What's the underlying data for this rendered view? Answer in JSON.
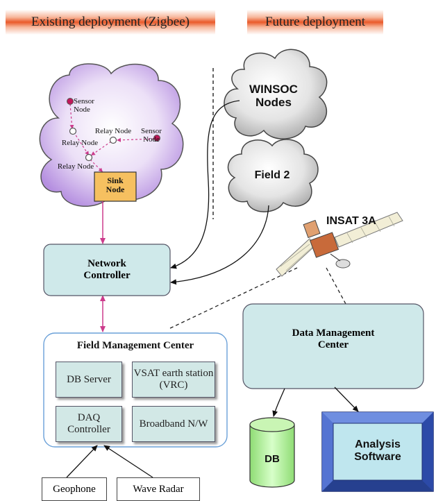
{
  "banners": {
    "existing": "Existing deployment (Zigbee)",
    "future": "Future deployment"
  },
  "cloud_nodes": {
    "sensor_node_1": "Sensor Node",
    "relay_node_1": "Relay Node",
    "relay_node_2": "Relay Node",
    "sensor_node_2": "Sensor Node",
    "relay_node_3": "Relay Node",
    "sink_node": "Sink Node"
  },
  "clouds": {
    "winsoc": "WINSOC Nodes",
    "field2": "Field 2"
  },
  "satellite_label": "INSAT 3A",
  "network_controller": "Network Controller",
  "field_management": {
    "title": "Field Management Center",
    "db_server": "DB Server",
    "vsat": "VSAT earth station (VRC)",
    "daq": "DAQ Controller",
    "broadband": "Broadband N/W"
  },
  "data_management": "Data Management Center",
  "db": "DB",
  "analysis_software": "Analysis Software",
  "sensors": {
    "geophone": "Geophone",
    "wave_radar": "Wave Radar"
  },
  "colors": {
    "banner_accent": "#ea5a2a",
    "teal_box": "#cfe9ea",
    "cloud_fill": "#e6d2f4",
    "sink_node": "#f6c060",
    "db_cylinder": "#b8f0a0",
    "analysis_frame": "#3f62c8",
    "link_magenta": "#cc3b8c"
  }
}
